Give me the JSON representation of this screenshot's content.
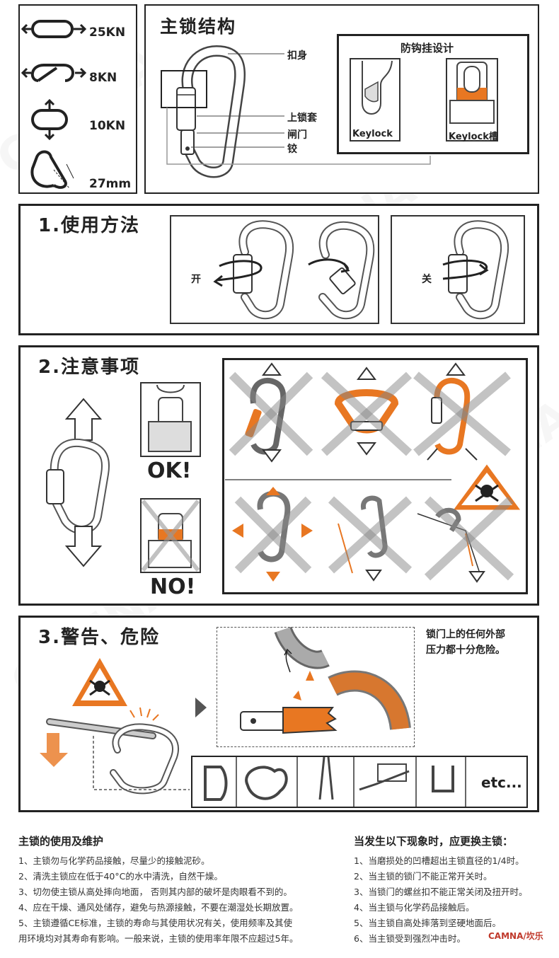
{
  "strengths": [
    {
      "value": "25KN",
      "icon": "major-axis-icon"
    },
    {
      "value": "8KN",
      "icon": "gate-open-icon"
    },
    {
      "value": "10KN",
      "icon": "minor-axis-icon"
    },
    {
      "value": "27mm",
      "icon": "gate-opening-icon"
    }
  ],
  "structure": {
    "title": "主锁结构",
    "labels": {
      "body": "扣身",
      "sleeve": "上锁套",
      "gate": "闸门",
      "hinge": "铰"
    },
    "antisnag": {
      "title": "防钩挂设计",
      "left_label": "Keylock",
      "right_label": "Keylock槽"
    }
  },
  "usage": {
    "title": "1.使用方法",
    "open_label": "开",
    "close_label": "关"
  },
  "caution": {
    "title": "2.注意事项",
    "ok_label": "OK!",
    "no_label": "NO!"
  },
  "warning": {
    "title": "3.警告、危险",
    "callout": [
      "锁门上的任何外部",
      "压力都十分危险。"
    ],
    "etc_label": "etc..."
  },
  "maintenance": {
    "title": "主锁的使用及维护",
    "lines": [
      "1、主锁勿与化学药品接触，尽量少的接触泥砂。",
      "2、清洗主锁应在低于40°C的水中清洗，自然干燥。",
      "3、切勿使主锁从高处摔向地面， 否则其内部的破坏是肉眼看不到的。",
      "4、应在干燥、通风处储存，避免与热源接触，不要在潮湿处长期放置。",
      "5、主锁遵循CE标准，主锁的寿命与其使用状况有关，使用频率及其使",
      "用环境均对其寿命有影响。一般来说，主锁的使用率年限不应超过5年。"
    ]
  },
  "replace": {
    "title": "当发生以下现象时，应更换主锁：",
    "lines": [
      "1、当磨损处的凹槽超出主锁直径的1/4时。",
      "2、当主锁的锁门不能正常开关时。",
      "3、当锁门的螺丝扣不能正常关闭及扭开时。",
      "4、当主锁与化学药品接触后。",
      "5、当主锁自高处摔落到坚硬地面后。",
      "6、当主锁受到强烈冲击时。"
    ]
  },
  "brand": {
    "name": "CAMNA",
    "suffix": "坎乐"
  },
  "colors": {
    "accent": "#E87722",
    "ink": "#222222",
    "grey": "#9a9a9a"
  }
}
